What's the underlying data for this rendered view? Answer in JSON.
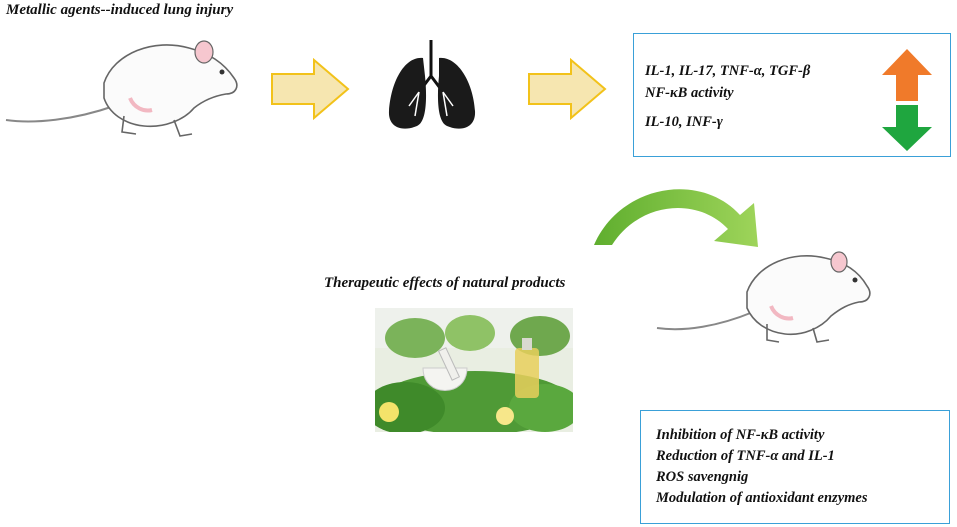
{
  "title": "Metallic agents--induced lung injury",
  "top_box": {
    "lines": [
      "IL-1, IL-17, TNF-α, TGF-β",
      "NF-κB activity",
      "IL-10, INF-γ"
    ]
  },
  "therapy_heading": "Therapeutic effects of natural products",
  "bottom_box": {
    "lines": [
      "Inhibition of NF-κB activity",
      "Reduction of TNF-α and IL-1",
      "ROS savengnig",
      "Modulation of antioxidant enzymes"
    ]
  },
  "colors": {
    "box_border": "#3aa0d8",
    "flow_arrow": "#f6e6b0",
    "up_arrow": "#f07a2a",
    "down_arrow": "#1fa63f",
    "curved_arrow": "#7dc242"
  }
}
